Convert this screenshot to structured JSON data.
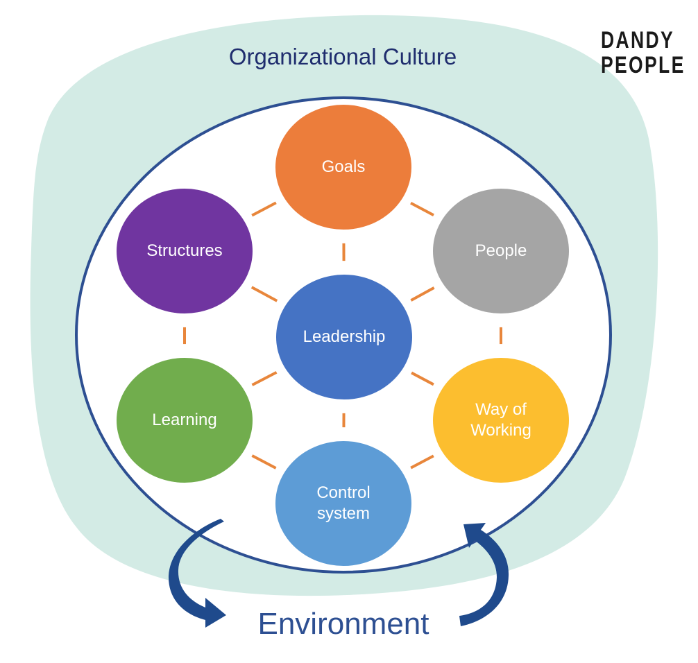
{
  "title": "Organizational Culture",
  "environment_label": "Environment",
  "logo": {
    "line1": "DANDY",
    "line2": "PEOPLE"
  },
  "colors": {
    "culture_fill": "#d3ebe5",
    "ring_stroke": "#2d4f92",
    "connector": "#e8863b",
    "arrow": "#1f4a8c"
  },
  "nodes": [
    {
      "id": "leadership",
      "label": "Leadership",
      "color": "#4573c4"
    },
    {
      "id": "goals",
      "label": "Goals",
      "color": "#ec7d3b"
    },
    {
      "id": "people",
      "label": "People",
      "color": "#a5a5a5"
    },
    {
      "id": "way-of-working",
      "label": "Way of\nWorking",
      "color": "#fcbe2f"
    },
    {
      "id": "control-system",
      "label": "Control\nsystem",
      "color": "#5d9cd6"
    },
    {
      "id": "learning",
      "label": "Learning",
      "color": "#71ad4d"
    },
    {
      "id": "structures",
      "label": "Structures",
      "color": "#7035a0"
    }
  ]
}
